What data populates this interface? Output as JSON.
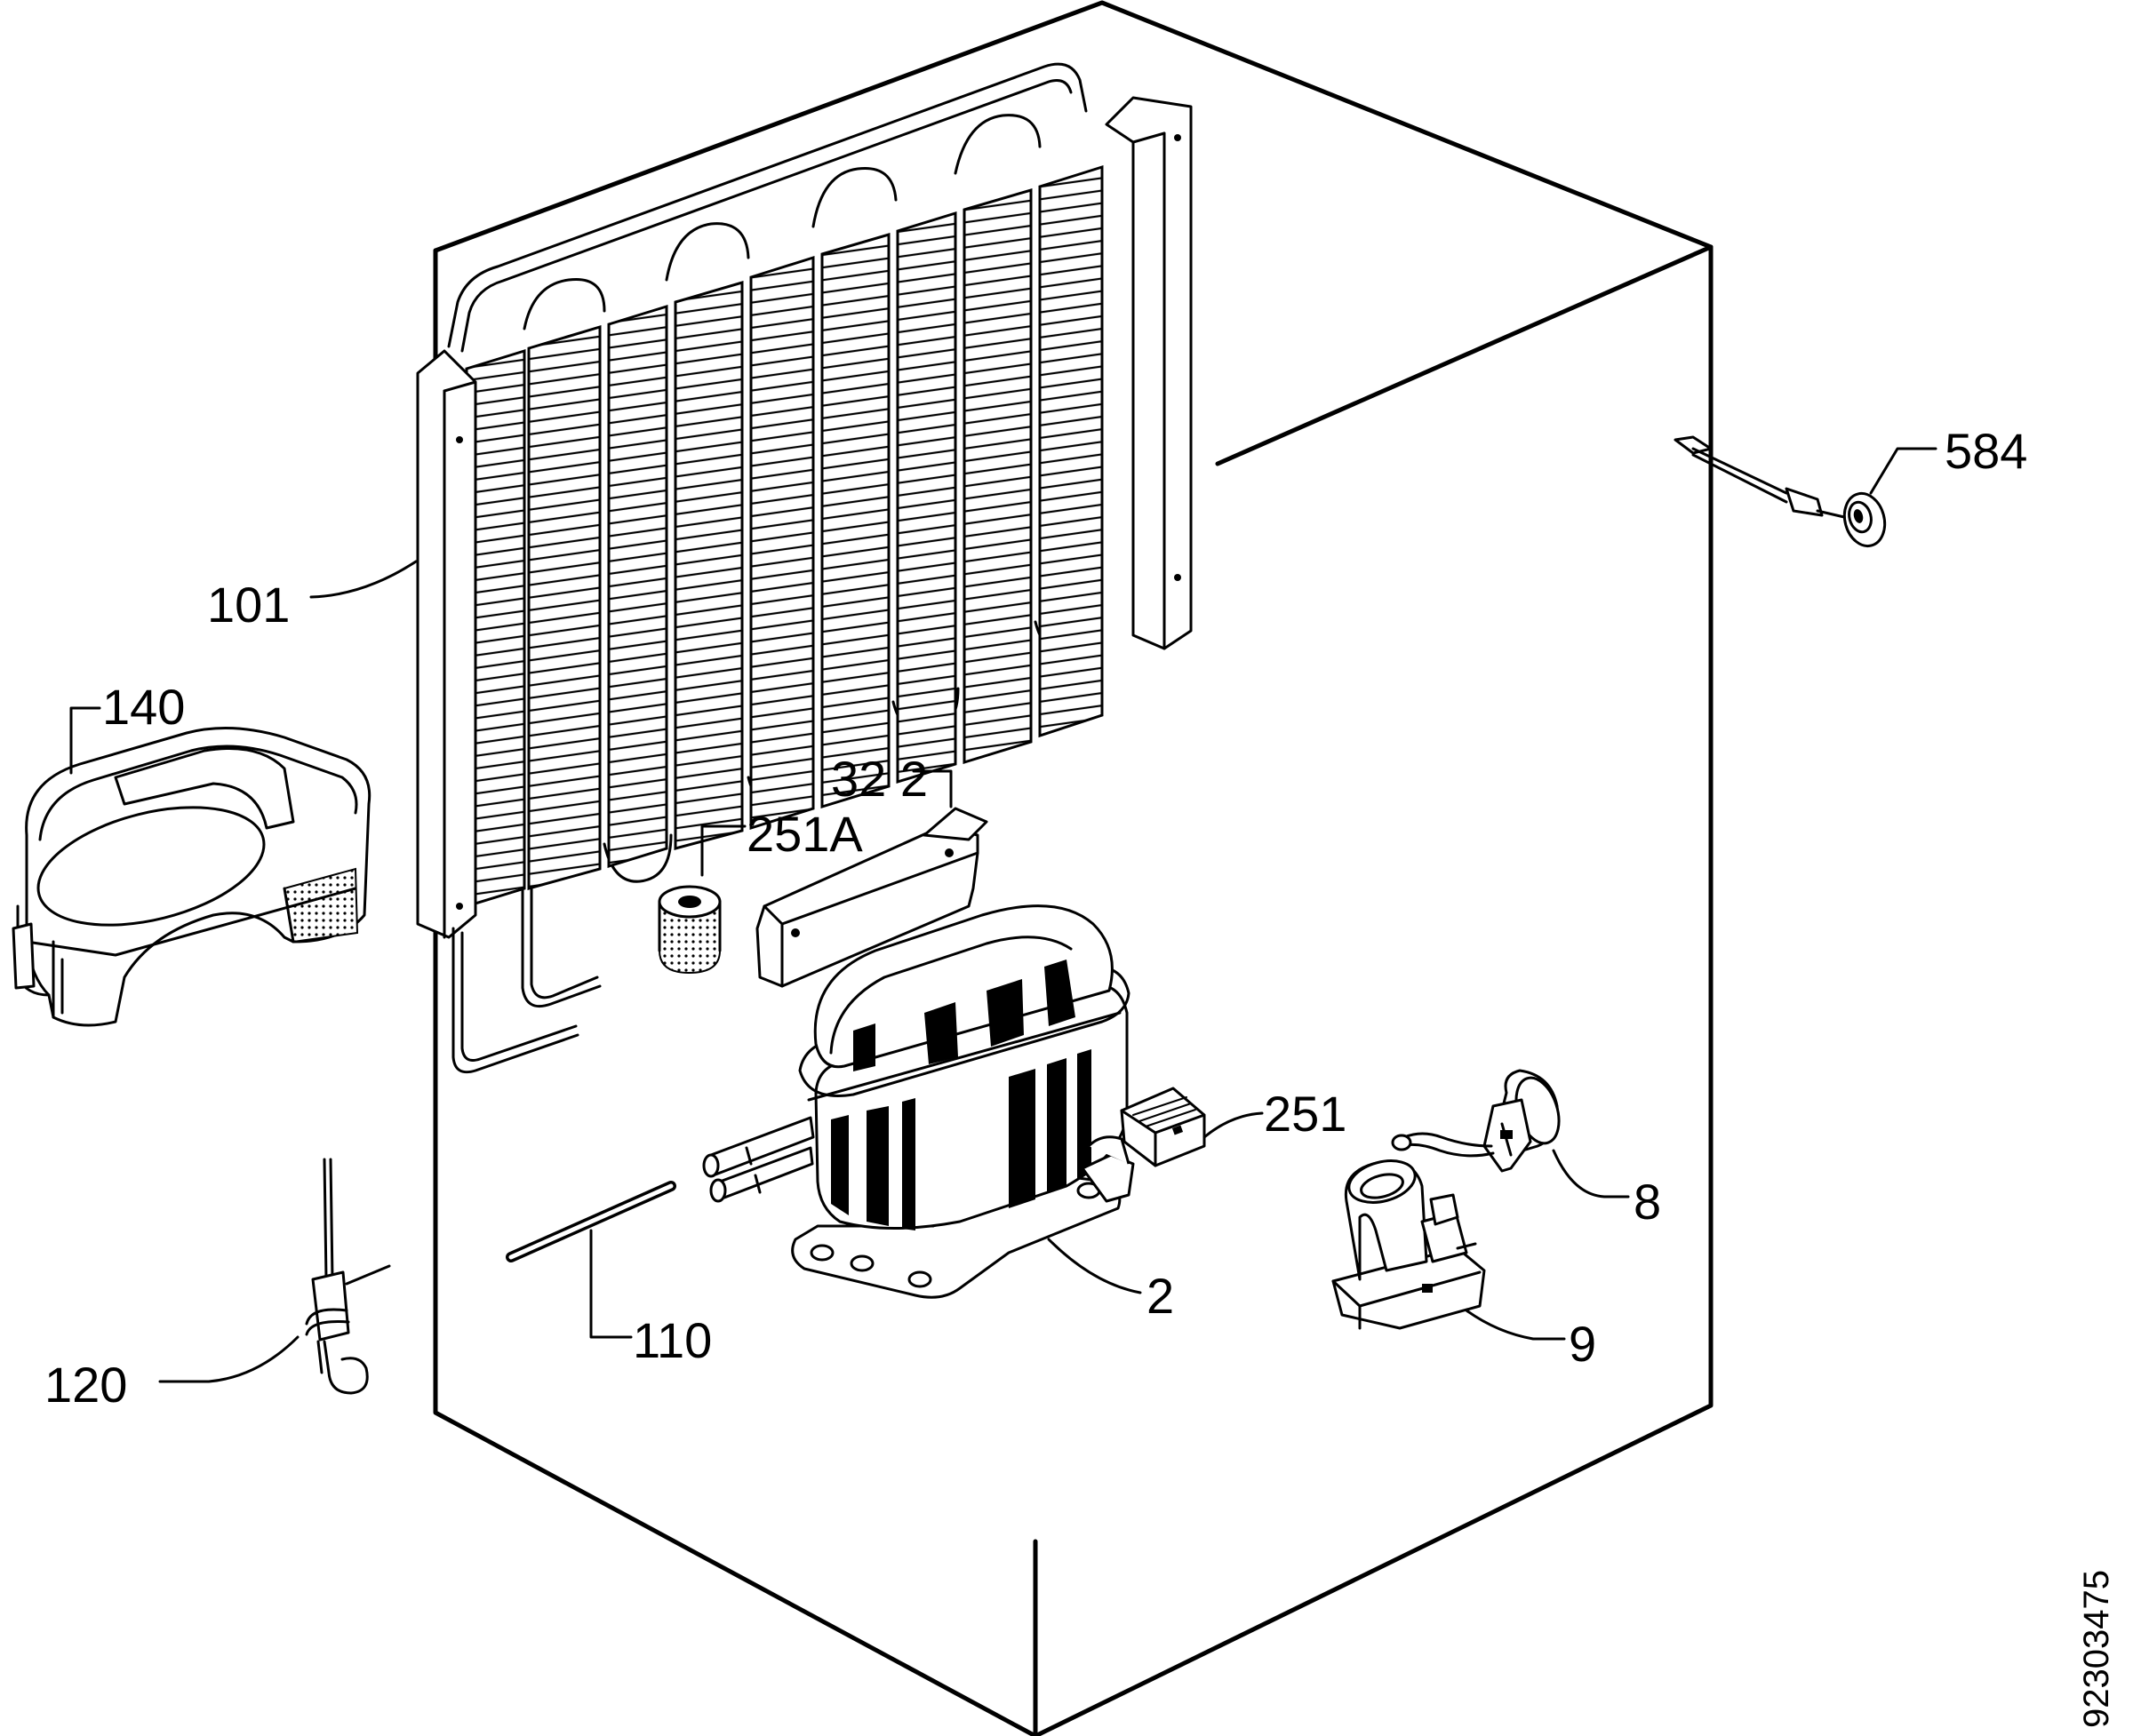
{
  "diagram": {
    "part_labels": {
      "p584": "584",
      "p101": "101",
      "p140": "140",
      "p322": "32 2",
      "p251a": "251A",
      "p251": "251",
      "p8": "8",
      "p2": "2",
      "p9": "9",
      "p110": "110",
      "p120": "120"
    },
    "drawing_code": "92303475"
  }
}
